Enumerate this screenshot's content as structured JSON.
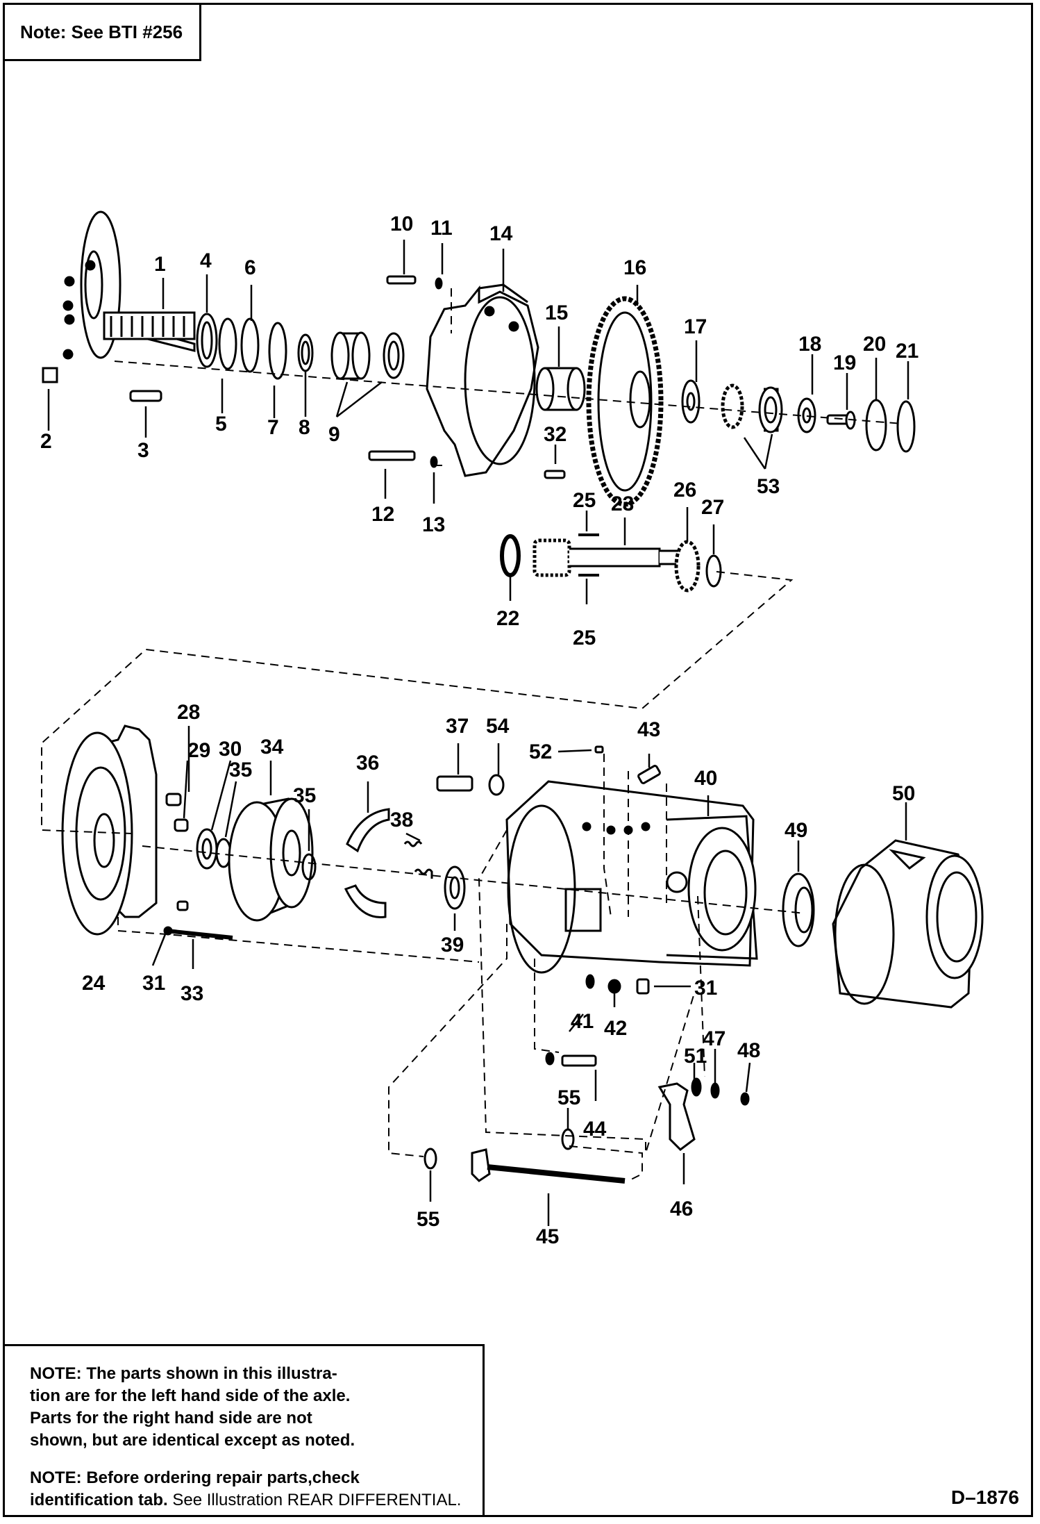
{
  "header_note": "Note:  See BTI #256",
  "callouts": [
    "1",
    "2",
    "3",
    "4",
    "5",
    "6",
    "7",
    "8",
    "9",
    "10",
    "11",
    "12",
    "13",
    "14",
    "15",
    "16",
    "17",
    "18",
    "19",
    "20",
    "21",
    "22",
    "23",
    "24",
    "25",
    "26",
    "27",
    "28",
    "29",
    "30",
    "31",
    "32",
    "33",
    "34",
    "35",
    "36",
    "37",
    "38",
    "39",
    "40",
    "41",
    "42",
    "43",
    "44",
    "45",
    "46",
    "47",
    "48",
    "49",
    "50",
    "51",
    "52",
    "53",
    "54",
    "55"
  ],
  "notes": {
    "line1": "NOTE:     The parts shown in this illustra-",
    "line2": "tion are for the left hand side of the axle.",
    "line3": "Parts for the right hand side are not",
    "line4": "shown, but are identical except as noted.",
    "line5": "NOTE: Before ordering repair parts,check",
    "line6_bold": "identification tab.",
    "line6_rest": " See Illustration REAR DIFFERENTIAL."
  },
  "drawing_number": "D–1876"
}
